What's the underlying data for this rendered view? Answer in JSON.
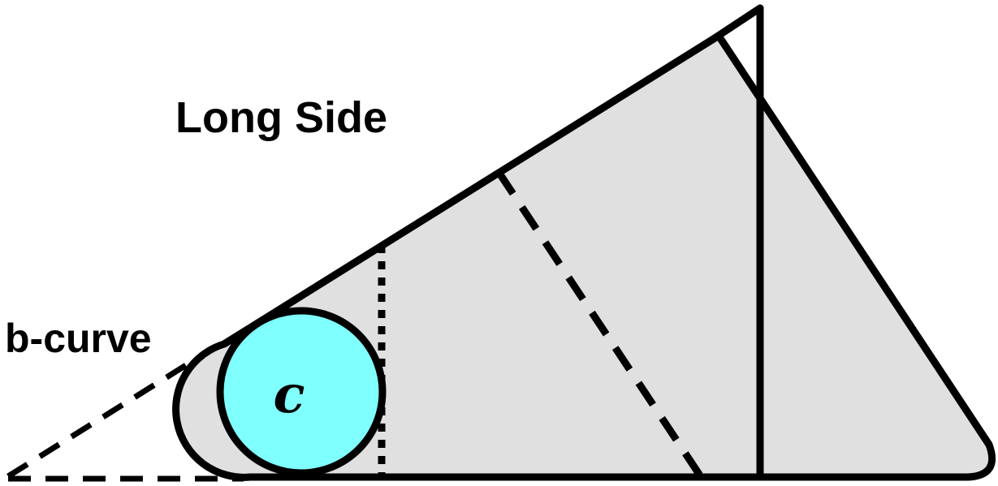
{
  "labels": {
    "long_side": "Long Side",
    "b_curve": "b-curve",
    "circle_label": "c"
  },
  "colors": {
    "background": "#ffffff",
    "shape_fill": "#e0e0e0",
    "circle_fill": "#80ffff",
    "stroke": "#000000"
  }
}
